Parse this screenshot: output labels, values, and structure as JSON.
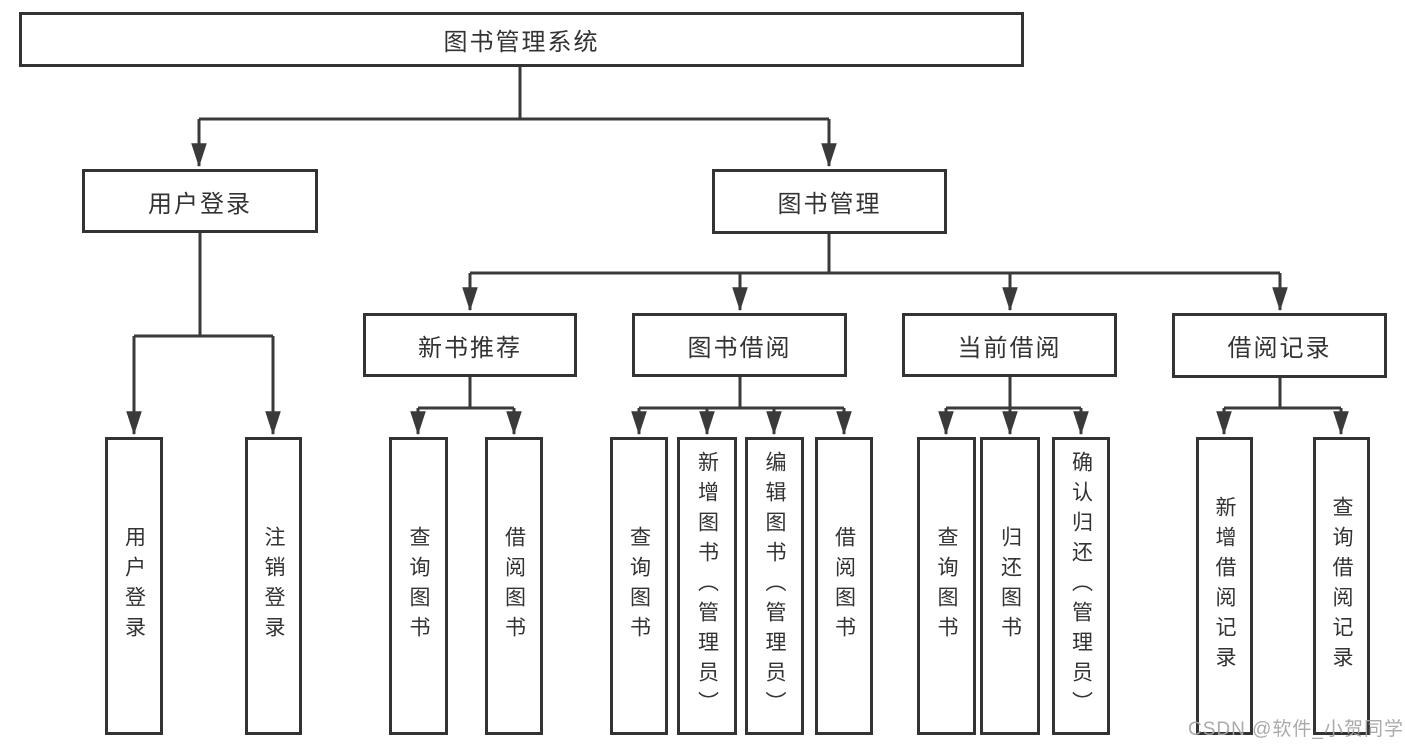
{
  "tree": {
    "root": {
      "label": "图书管理系统"
    },
    "branches": [
      {
        "label": "用户登录",
        "children": [
          {
            "label": "用户登录"
          },
          {
            "label": "注销登录"
          }
        ]
      },
      {
        "label": "图书管理",
        "sections": [
          {
            "label": "新书推荐",
            "children": [
              {
                "label": "查询图书"
              },
              {
                "label": "借阅图书"
              }
            ]
          },
          {
            "label": "图书借阅",
            "children": [
              {
                "label": "查询图书"
              },
              {
                "label": "新增图书（管理员）"
              },
              {
                "label": "编辑图书（管理员）"
              },
              {
                "label": "借阅图书"
              }
            ]
          },
          {
            "label": "当前借阅",
            "children": [
              {
                "label": "查询图书"
              },
              {
                "label": "归还图书"
              },
              {
                "label": "确认归还（管理员）"
              }
            ]
          },
          {
            "label": "借阅记录",
            "children": [
              {
                "label": "新增借阅记录"
              },
              {
                "label": "查询借阅记录"
              }
            ]
          }
        ]
      }
    ]
  },
  "watermark": {
    "text": "CSDN @软件_小贺同学"
  },
  "colors": {
    "line": "#3a3a3a",
    "box_border": "#333333",
    "box_fill": "#ffffff",
    "text": "#333333",
    "watermark": "#a5a5a5",
    "background": "#ffffff"
  }
}
